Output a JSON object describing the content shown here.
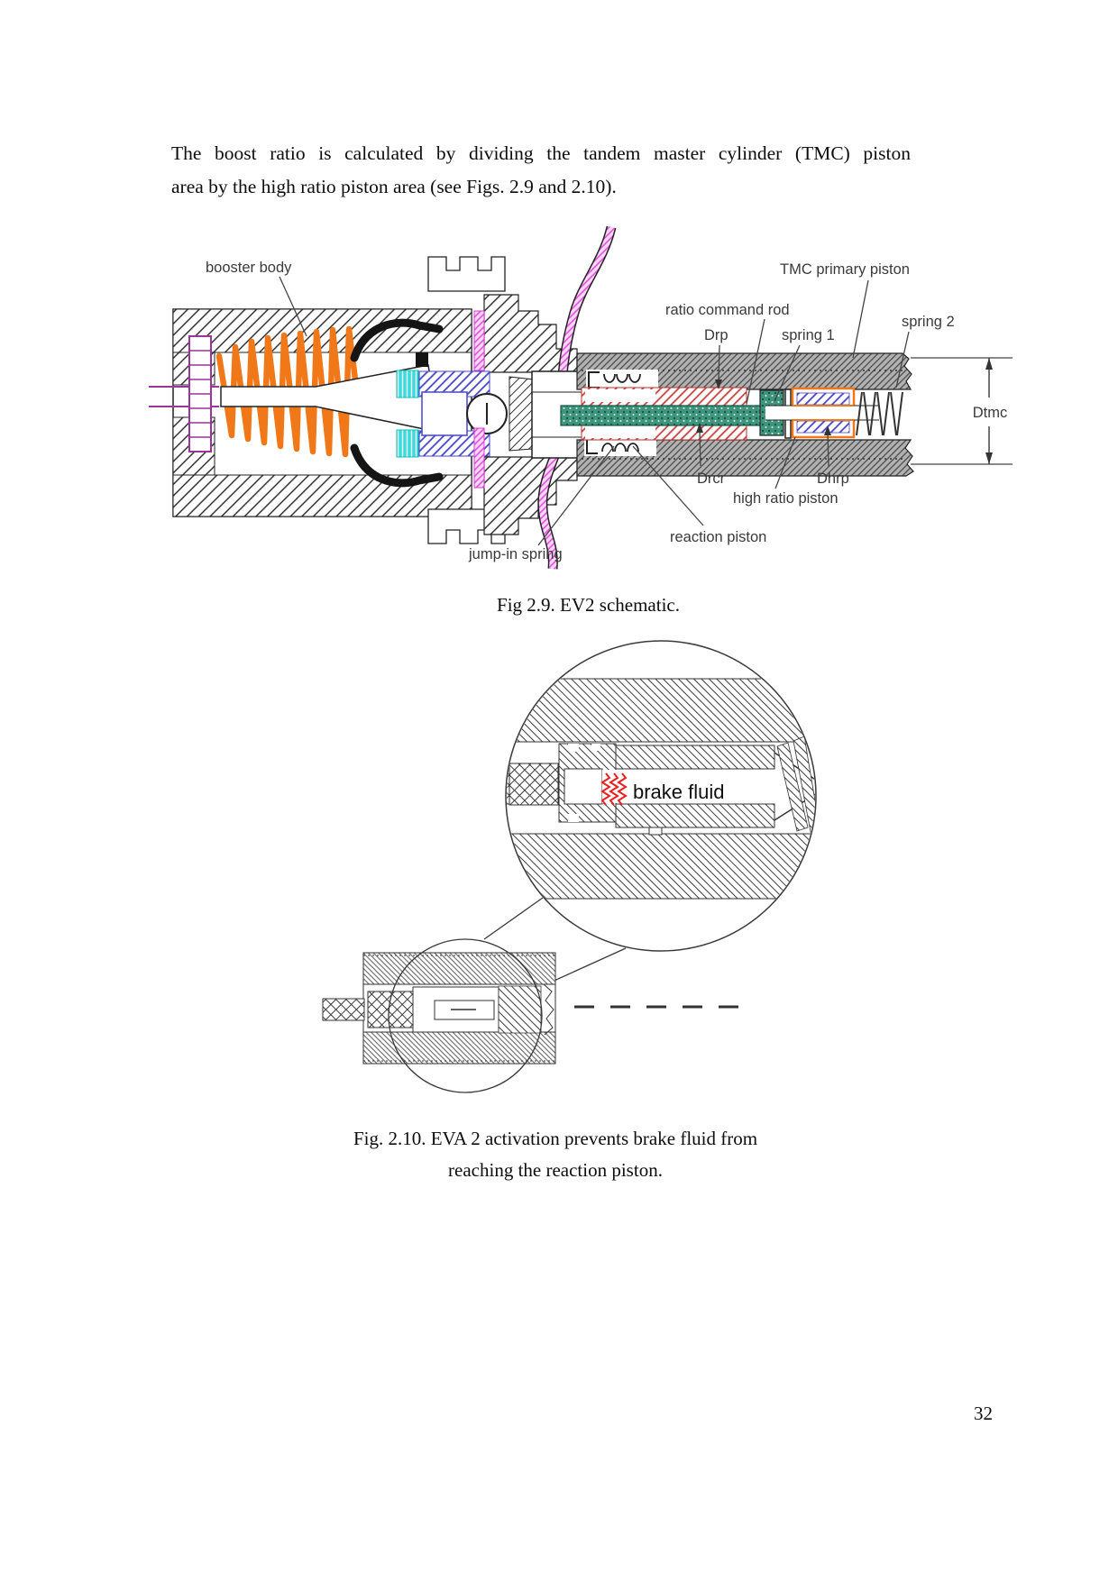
{
  "document": {
    "body_lines": [
      "The boost ratio is calculated by dividing the tandem master cylinder (TMC) piston",
      "area by the high ratio piston area (see Figs. 2.9 and 2.10)."
    ],
    "page_number": "32"
  },
  "fig_2_9": {
    "caption": "Fig 2.9. EV2 schematic.",
    "labels": {
      "booster_body": "booster body",
      "tmc_primary_piston": "TMC primary piston",
      "ratio_command_rod": "ratio command rod",
      "drp": "Drp",
      "spring_1": "spring 1",
      "spring_2": "spring 2",
      "dtmc": "Dtmc",
      "drcr": "Drcr",
      "dhrp": "Dhrp",
      "high_ratio_piston": "high ratio piston",
      "reaction_piston": "reaction piston",
      "jump_in_spring": "jump-in spring"
    }
  },
  "fig_2_10": {
    "labels": {
      "brake_fluid": "brake fluid"
    },
    "caption_lines": [
      "Fig. 2.10. EVA 2 activation prevents brake fluid from",
      "reaching the reaction piston."
    ]
  },
  "colors": {
    "spring_orange": "#f07818",
    "diaphragm_magenta": "#e04ee0",
    "seal_cyan": "#38dcdc",
    "hatch_blue": "#4646c8",
    "rod_purple": "#9a359a",
    "rod_teal": "#3f947c",
    "hatch_red": "#cc4040",
    "brake_fluid_spring_red": "#e82020"
  }
}
